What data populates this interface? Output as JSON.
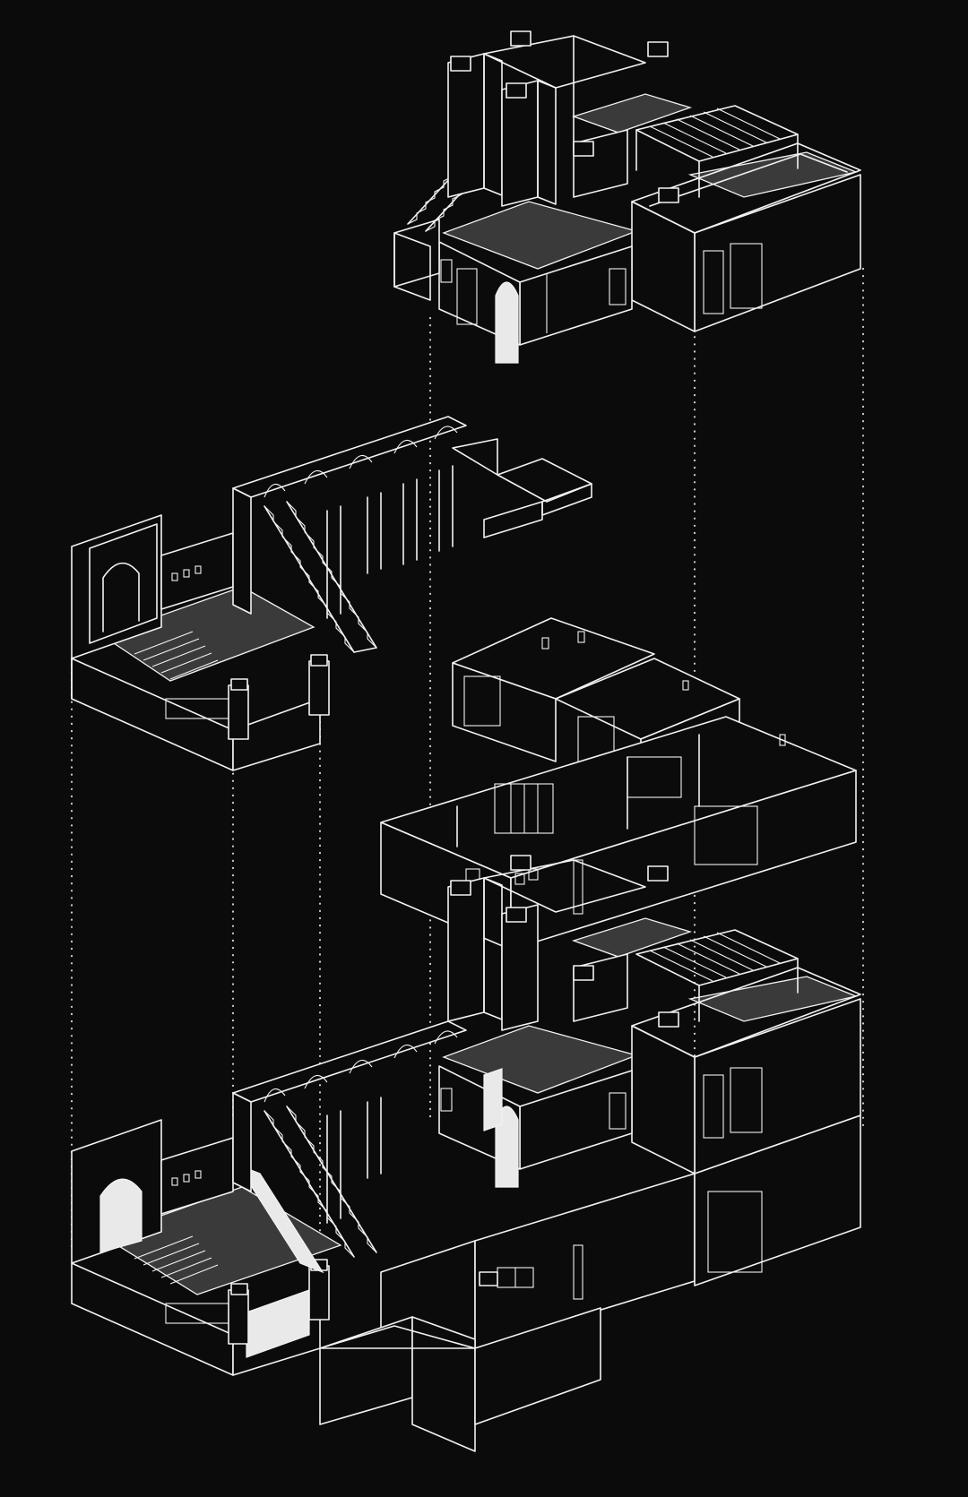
{
  "figure": {
    "type": "exploded-axonometric",
    "line_color": "#f2f2f2",
    "background_color": "#0b0b0b",
    "floor_fill_color": "#3a3a3a",
    "components": [
      "roof-level",
      "courtyard-stair-level",
      "interior-rooms-level",
      "assembled-building"
    ]
  }
}
